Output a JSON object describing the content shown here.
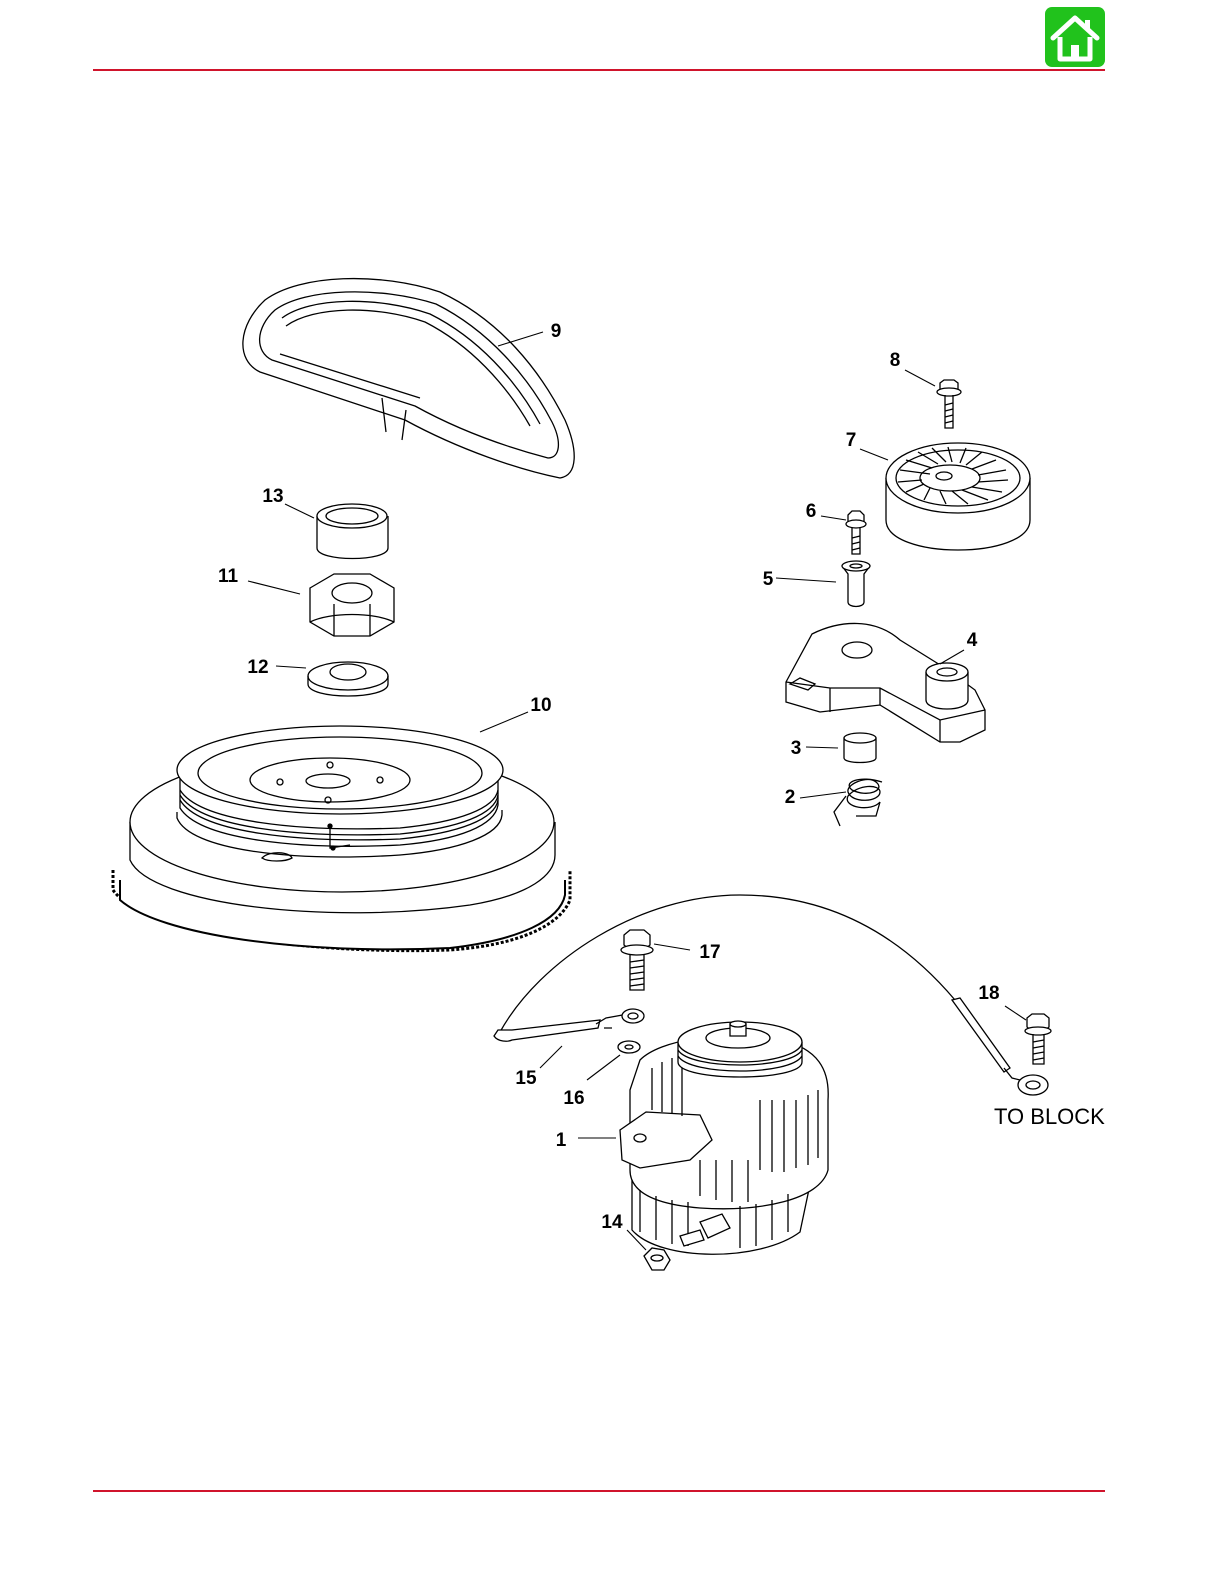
{
  "header": {
    "home_icon": "home-icon",
    "accent_color": "#d0142c",
    "home_color": "#21c21c"
  },
  "callouts": {
    "c1": "1",
    "c2": "2",
    "c3": "3",
    "c4": "4",
    "c5": "5",
    "c6": "6",
    "c7": "7",
    "c8": "8",
    "c9": "9",
    "c10": "10",
    "c11": "11",
    "c12": "12",
    "c13": "13",
    "c14": "14",
    "c15": "15",
    "c16": "16",
    "c17": "17",
    "c18": "18"
  },
  "notes": {
    "to_block": "TO BLOCK"
  }
}
